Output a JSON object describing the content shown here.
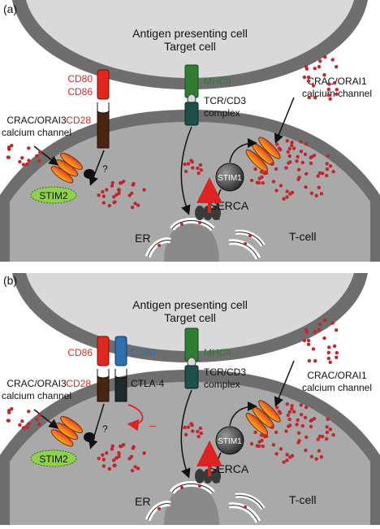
{
  "panels": [
    {
      "letter": "(a)",
      "apc_line1": "Antigen presenting cell",
      "apc_line2": "Target cell",
      "cd80": "CD80",
      "cd86": "CD86",
      "cd28": "CD28",
      "mhcii": "MHCII",
      "tcr1": "TCR/CD3",
      "tcr2": "complex",
      "orai3_1": "CRAC/ORAI3",
      "orai3_2": "calcium channel",
      "orai1_1": "CRAC/ORAI1",
      "orai1_2": "calcium channel",
      "stim1": "STIM1",
      "stim2": "STIM2",
      "serca": "SERCA",
      "er": "ER",
      "tcell": "T-cell",
      "question": "?"
    },
    {
      "letter": "(b)",
      "apc_line1": "Antigen presenting cell",
      "apc_line2": "Target cell",
      "cd86": "CD86",
      "cd80": "CD80",
      "cd28": "CD28",
      "ctla4": "CTLA-4",
      "mhcii": "MHCII",
      "tcr1": "TCR/CD3",
      "tcr2": "complex",
      "orai3_1": "CRAC/ORAI3",
      "orai3_2": "calcium channel",
      "orai1_1": "CRAC/ORAI1",
      "orai1_2": "calcium channel",
      "stim1": "STIM1",
      "stim2": "STIM2",
      "serca": "SERCA",
      "er": "ER",
      "tcell": "T-cell",
      "question": "?",
      "inhibit": "–"
    }
  ],
  "colors": {
    "cell_gray": "#a9a9a9",
    "membrane_dark": "#6b6b6b",
    "apc_fill": "#d9d9d9",
    "calcium_red": "#c1272d",
    "cd80_cd86_red": "#e1261c",
    "cd28_brown": "#4a2611",
    "mhcii_green": "#2e7d32",
    "tcr_teal": "#1f4f4a",
    "cd80_blue": "#2f6fb0",
    "stim2_green": "#8fd14f",
    "orai_orange": "#ef6c2a"
  }
}
